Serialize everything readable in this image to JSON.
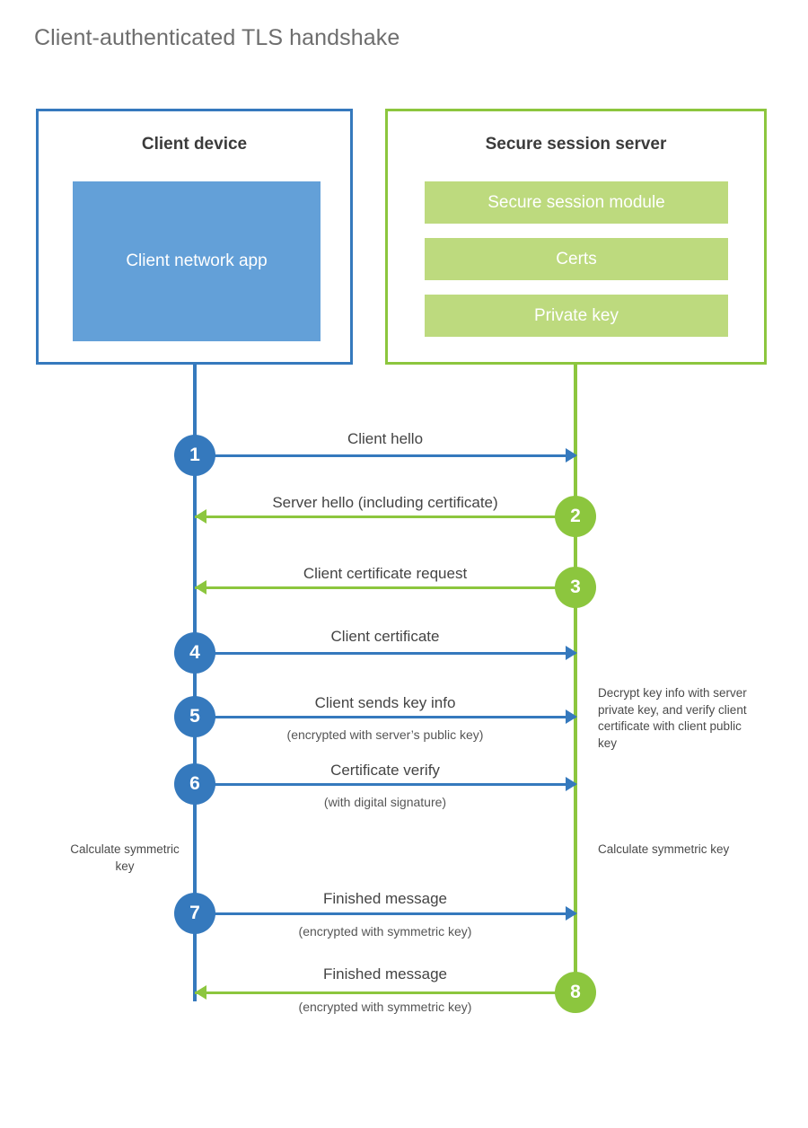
{
  "title": "Client-authenticated TLS handshake",
  "colors": {
    "client_accent": "#3579bd",
    "server_accent": "#8cc63e",
    "client_app_fill": "#63a0d8",
    "server_bar_fill": "#bdda7e",
    "title_text": "#6e6e6e",
    "body_text": "#444444",
    "background": "#ffffff"
  },
  "actors": {
    "client": {
      "title": "Client device",
      "components": [
        "Client network app"
      ]
    },
    "server": {
      "title": "Secure session server",
      "components": [
        "Secure session module",
        "Certs",
        "Private key"
      ]
    }
  },
  "messages": [
    {
      "step": "1",
      "label": "Client hello",
      "sub": "",
      "direction": "client-to-server",
      "color": "#3579bd"
    },
    {
      "step": "2",
      "label": "Server hello (including certificate)",
      "sub": "",
      "direction": "server-to-client",
      "color": "#8cc63e"
    },
    {
      "step": "3",
      "label": "Client certificate request",
      "sub": "",
      "direction": "server-to-client",
      "color": "#8cc63e"
    },
    {
      "step": "4",
      "label": "Client certificate",
      "sub": "",
      "direction": "client-to-server",
      "color": "#3579bd"
    },
    {
      "step": "5",
      "label": "Client sends key info",
      "sub": "(encrypted with server’s public key)",
      "direction": "client-to-server",
      "color": "#3579bd"
    },
    {
      "step": "6",
      "label": "Certificate verify",
      "sub": "(with digital signature)",
      "direction": "client-to-server",
      "color": "#3579bd"
    },
    {
      "step": "7",
      "label": "Finished message",
      "sub": "(encrypted with symmetric key)",
      "direction": "client-to-server",
      "color": "#3579bd"
    },
    {
      "step": "8",
      "label": "Finished message",
      "sub": "(encrypted with symmetric key)",
      "direction": "server-to-client",
      "color": "#8cc63e"
    }
  ],
  "notes": {
    "decrypt": "Decrypt key info with server private key, and verify client certificate with client public key",
    "calculate_client": "Calculate symmetric key",
    "calculate_server": "Calculate symmetric key"
  }
}
